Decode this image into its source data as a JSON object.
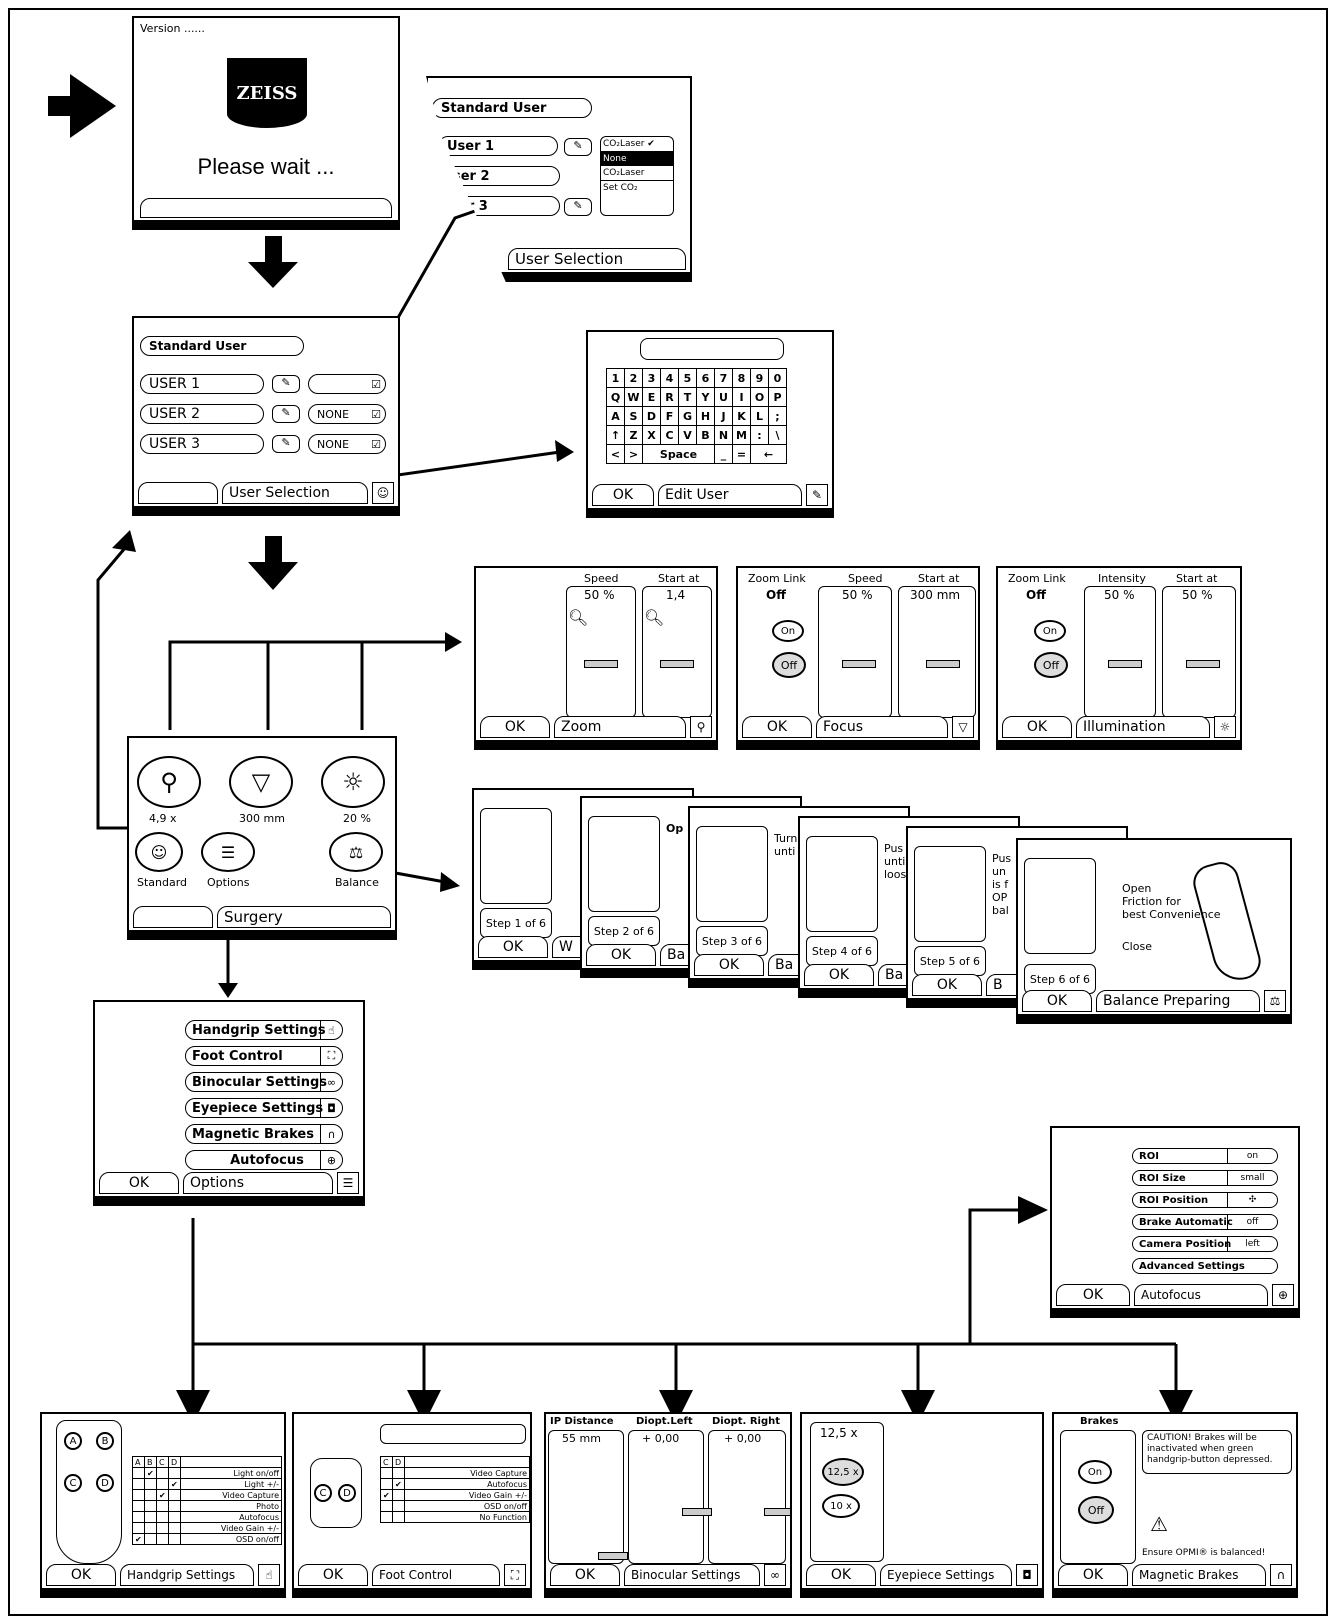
{
  "splash": {
    "version": "Version ......",
    "logo": "ZEISS",
    "message": "Please wait ..."
  },
  "user_select": {
    "header": "Standard User",
    "users": [
      "USER 1",
      "USER 2",
      "USER 3"
    ],
    "presets": [
      "",
      "NONE",
      "NONE"
    ],
    "title": "User Selection"
  },
  "user_popup": {
    "header": "Standard User",
    "users": [
      "User 1",
      "ser 2",
      "er 3"
    ],
    "dropdown": [
      "CO₂Laser",
      "None",
      "CO₂Laser",
      "Set CO₂"
    ],
    "title": "User Selection"
  },
  "keyboard": {
    "rows": [
      [
        "1",
        "2",
        "3",
        "4",
        "5",
        "6",
        "7",
        "8",
        "9",
        "0"
      ],
      [
        "Q",
        "W",
        "E",
        "R",
        "T",
        "Y",
        "U",
        "I",
        "O",
        "P"
      ],
      [
        "A",
        "S",
        "D",
        "F",
        "G",
        "H",
        "J",
        "K",
        "L",
        ";"
      ],
      [
        "↑",
        "Z",
        "X",
        "C",
        "V",
        "B",
        "N",
        "M",
        ":",
        "\\"
      ]
    ],
    "last_row": [
      "<",
      ">",
      "Space",
      "_",
      "=",
      "←"
    ],
    "ok": "OK",
    "title": "Edit User"
  },
  "zoom": {
    "speed_label": "Speed",
    "speed": "50 %",
    "start_label": "Start at",
    "start": "1,4",
    "ok": "OK",
    "title": "Zoom"
  },
  "focus": {
    "link_label": "Zoom Link",
    "link": "Off",
    "speed_label": "Speed",
    "speed": "50 %",
    "start_label": "Start at",
    "start": "300 mm",
    "on": "On",
    "off": "Off",
    "ok": "OK",
    "title": "Focus"
  },
  "illum": {
    "link_label": "Zoom Link",
    "link": "Off",
    "intensity_label": "Intensity",
    "intensity": "50 %",
    "start_label": "Start at",
    "start": "50 %",
    "on": "On",
    "off": "Off",
    "ok": "OK",
    "title": "Illumination"
  },
  "surgery": {
    "zoom_val": "4,9 x",
    "focus_val": "300 mm",
    "illum_val": "20 %",
    "standard": "Standard",
    "options": "Options",
    "balance": "Balance",
    "title": "Surgery"
  },
  "balance": {
    "steps": [
      "Step 1 of 6",
      "Step 2 of 6",
      "Step 3 of 6",
      "Step 4 of 6",
      "Step 5 of 6",
      "Step 6 of 6"
    ],
    "partial_titles": [
      "W",
      "Ba",
      "Ba",
      "Ba",
      "B"
    ],
    "partial_texts": [
      "Op",
      "Turn\nunti",
      "Pus\nunti\nloos",
      "Pus\nun\nis f\nOP\nbal"
    ],
    "ok": "OK",
    "open": "Open\nFriction for\nbest Convenience",
    "close": "Close",
    "title": "Balance Preparing"
  },
  "options": {
    "items": [
      "Handgrip Settings",
      "Foot Control",
      "Binocular Settings",
      "Eyepiece Settings",
      "Magnetic Brakes",
      "Autofocus"
    ],
    "ok": "OK",
    "title": "Options"
  },
  "autofocus": {
    "rows": [
      [
        "ROI",
        "on"
      ],
      [
        "ROI Size",
        "small"
      ],
      [
        "ROI Position",
        "✣"
      ],
      [
        "Brake Automatic",
        "off"
      ],
      [
        "Camera Position",
        "left"
      ]
    ],
    "advanced": "Advanced Settings",
    "ok": "OK",
    "title": "Autofocus"
  },
  "handgrip": {
    "buttons": [
      "A",
      "B",
      "C",
      "D"
    ],
    "cols": [
      "A",
      "B",
      "C",
      "D"
    ],
    "funcs": [
      "Light on/off",
      "Light +/-",
      "Video Capture",
      "Photo",
      "Autofocus",
      "Video Gain +/-",
      "OSD on/off"
    ],
    "ok": "OK",
    "title": "Handgrip Settings"
  },
  "foot": {
    "buttons": [
      "C",
      "D"
    ],
    "cols": [
      "C",
      "D"
    ],
    "funcs": [
      "Video Capture",
      "Autofocus",
      "Video Gain +/-",
      "OSD on/off",
      "No Function"
    ],
    "ok": "OK",
    "title": "Foot Control"
  },
  "binocular": {
    "ip_label": "IP Distance",
    "ip": "55 mm",
    "left_label": "Diopt.Left",
    "left": "+ 0,00",
    "right_label": "Diopt. Right",
    "right": "+ 0,00",
    "ok": "OK",
    "title": "Binocular Settings"
  },
  "eyepiece": {
    "value": "12,5 x",
    "opt1": "12,5 x",
    "opt2": "10 x",
    "ok": "OK",
    "title": "Eyepiece Settings"
  },
  "brakes": {
    "label": "Brakes",
    "on": "On",
    "off": "Off",
    "caution": "CAUTION! Brakes will be inactivated when green handgrip-button depressed.",
    "ensure": "Ensure OPMI® is balanced!",
    "ok": "OK",
    "title": "Magnetic Brakes"
  }
}
